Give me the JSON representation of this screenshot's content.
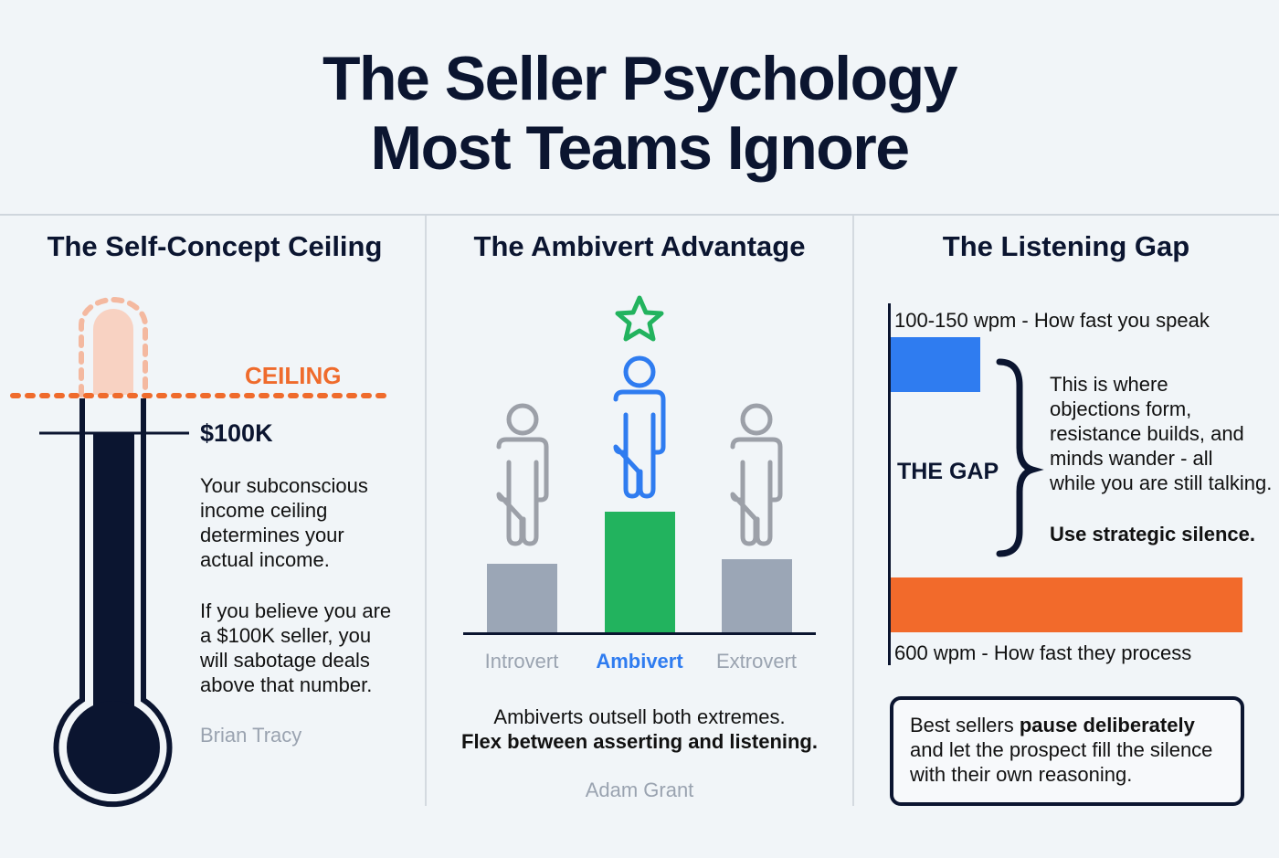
{
  "title": {
    "line1": "The Seller Psychology",
    "line2": "Most Teams Ignore"
  },
  "colors": {
    "navy": "#0b1530",
    "orange": "#ef6b2c",
    "peach": "#f9cbb8",
    "green": "#22b35e",
    "blue": "#2f7cf0",
    "gray_bar": "#9ba6b6",
    "gray_figure": "#9ca0a8",
    "muted_text": "#9aa3b0"
  },
  "panels": {
    "self_concept": {
      "title": "The Self-Concept Ceiling",
      "ceiling_label": "CEILING",
      "level_label": "$100K",
      "paragraph1": "Your subconscious income ceiling determines your actual income.",
      "paragraph1_lines": [
        "Your subconscious",
        "income ceiling",
        "determines your",
        "actual income."
      ],
      "paragraph2_lines": [
        "If you believe you are",
        "a $100K seller, you",
        "will sabotage deals",
        "above that number."
      ],
      "attribution": "Brian Tracy",
      "icons": [
        "thermometer-icon",
        "ceiling-dotted-line"
      ]
    },
    "ambivert": {
      "title": "The Ambivert Advantage",
      "star_icon": "star-icon",
      "caption_line1": "Ambiverts outsell both extremes.",
      "caption_line2": "Flex between asserting and listening.",
      "attribution": "Adam Grant"
    },
    "listening": {
      "title": "The Listening Gap",
      "speak_label": "100-150 wpm - How fast you speak",
      "process_label": "600 wpm - How fast they process",
      "gap_label": "THE GAP",
      "gap_text_lines": [
        "This is where",
        "objections form,",
        "resistance builds, and",
        "minds wander - all",
        "while you are still talking."
      ],
      "gap_cta": "Use strategic silence.",
      "bubble": {
        "prefix": "Best sellers ",
        "bold": "pause deliberately",
        "line2": "and let the prospect fill the silence",
        "line3": "with their own reasoning."
      }
    }
  },
  "chart_data": [
    {
      "type": "bar",
      "title": "The Ambivert Advantage",
      "categories": [
        "Introvert",
        "Ambivert",
        "Extrovert"
      ],
      "values": [
        25,
        44,
        27
      ],
      "highlight": "Ambivert",
      "colors": [
        "#9ba6b6",
        "#22b35e",
        "#9ba6b6"
      ],
      "xlabel": "",
      "ylabel": "",
      "grid": false,
      "note": "Relative bar heights (unlabeled, px-estimated); no axis values shown"
    },
    {
      "type": "bar",
      "orientation": "horizontal",
      "title": "The Listening Gap",
      "categories": [
        "How fast you speak",
        "How fast they process"
      ],
      "values": [
        125,
        600
      ],
      "value_labels": [
        "100-150 wpm",
        "600 wpm"
      ],
      "units": "wpm",
      "colors": [
        "#2f7cf0",
        "#ef6b2c"
      ],
      "annotation": "THE GAP"
    }
  ]
}
